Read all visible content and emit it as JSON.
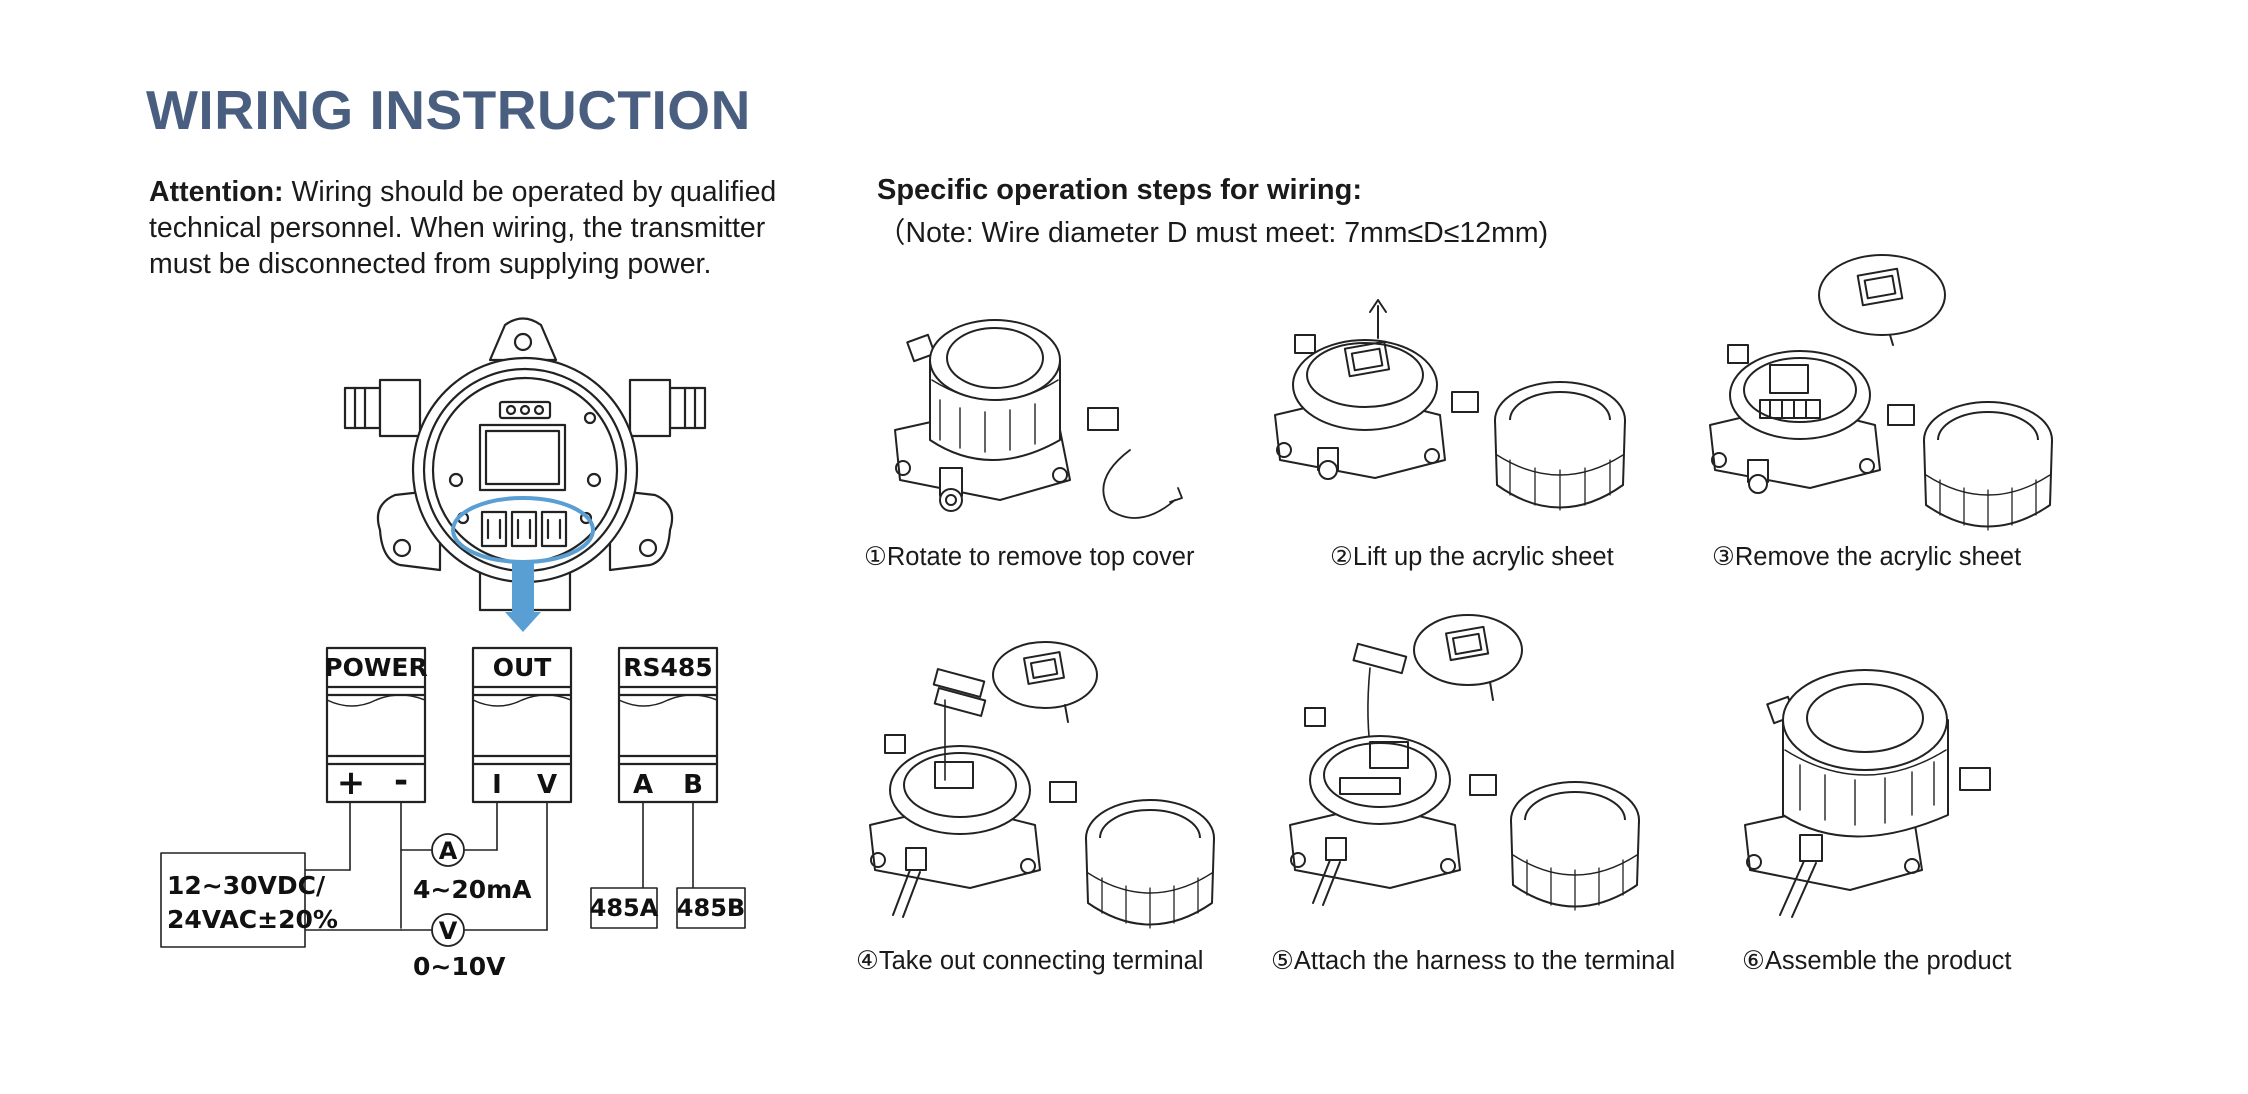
{
  "title": "WIRING INSTRUCTION",
  "attention": {
    "label": "Attention:",
    "text": " Wiring should be operated by qualified\ntechnical personnel. When wiring, the transmitter\nmust be disconnected from supplying power."
  },
  "steps_heading": "Specific operation steps for wiring:",
  "steps_note": "（Note: Wire diameter D must meet: 7mm≤D≤12mm)",
  "steps": [
    {
      "num": "①",
      "label": "Rotate to remove top cover"
    },
    {
      "num": "②",
      "label": "Lift up the acrylic sheet"
    },
    {
      "num": "③",
      "label": "Remove the acrylic sheet"
    },
    {
      "num": "④",
      "label": "Take out connecting terminal"
    },
    {
      "num": "⑤",
      "label": "Attach the harness to the terminal"
    },
    {
      "num": "⑥",
      "label": "Assemble the product"
    }
  ],
  "wiring": {
    "power": {
      "header": "POWER",
      "pins": [
        "+",
        "-"
      ]
    },
    "out": {
      "header": "OUT",
      "pins": [
        "I",
        "V"
      ]
    },
    "rs485": {
      "header": "RS485",
      "pins": [
        "A",
        "B"
      ]
    },
    "supply": {
      "line1": "12~30VDC/",
      "line2": "24VAC±20%"
    },
    "ammeter_symbol": "A",
    "voltmeter_symbol": "V",
    "current_range": "4~20mA",
    "voltage_range": "0~10V",
    "terminal_a": "485A",
    "terminal_b": "485B"
  },
  "colors": {
    "title": "#4a5f80",
    "highlight": "#5a9fd4",
    "line": "#222222"
  }
}
